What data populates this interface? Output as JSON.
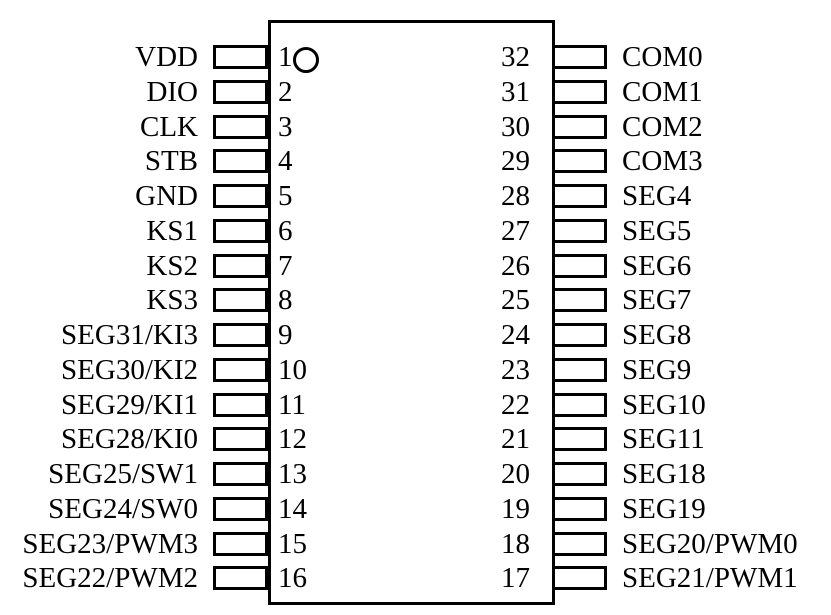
{
  "diagram": {
    "type": "ic-pinout",
    "pin_count": 32,
    "line_color": "#000000",
    "background_color": "#ffffff",
    "left_pins": [
      {
        "number": "1",
        "label": "VDD"
      },
      {
        "number": "2",
        "label": "DIO"
      },
      {
        "number": "3",
        "label": "CLK"
      },
      {
        "number": "4",
        "label": "STB"
      },
      {
        "number": "5",
        "label": "GND"
      },
      {
        "number": "6",
        "label": "KS1"
      },
      {
        "number": "7",
        "label": "KS2"
      },
      {
        "number": "8",
        "label": "KS3"
      },
      {
        "number": "9",
        "label": "SEG31/KI3"
      },
      {
        "number": "10",
        "label": "SEG30/KI2"
      },
      {
        "number": "11",
        "label": "SEG29/KI1"
      },
      {
        "number": "12",
        "label": "SEG28/KI0"
      },
      {
        "number": "13",
        "label": "SEG25/SW1"
      },
      {
        "number": "14",
        "label": "SEG24/SW0"
      },
      {
        "number": "15",
        "label": "SEG23/PWM3"
      },
      {
        "number": "16",
        "label": "SEG22/PWM2"
      }
    ],
    "right_pins": [
      {
        "number": "32",
        "label": "COM0"
      },
      {
        "number": "31",
        "label": "COM1"
      },
      {
        "number": "30",
        "label": "COM2"
      },
      {
        "number": "29",
        "label": "COM3"
      },
      {
        "number": "28",
        "label": "SEG4"
      },
      {
        "number": "27",
        "label": "SEG5"
      },
      {
        "number": "26",
        "label": "SEG6"
      },
      {
        "number": "25",
        "label": "SEG7"
      },
      {
        "number": "24",
        "label": "SEG8"
      },
      {
        "number": "23",
        "label": "SEG9"
      },
      {
        "number": "22",
        "label": "SEG10"
      },
      {
        "number": "21",
        "label": "SEG11"
      },
      {
        "number": "20",
        "label": "SEG18"
      },
      {
        "number": "19",
        "label": "SEG19"
      },
      {
        "number": "18",
        "label": "SEG20/PWM0"
      },
      {
        "number": "17",
        "label": "SEG21/PWM1"
      }
    ]
  }
}
